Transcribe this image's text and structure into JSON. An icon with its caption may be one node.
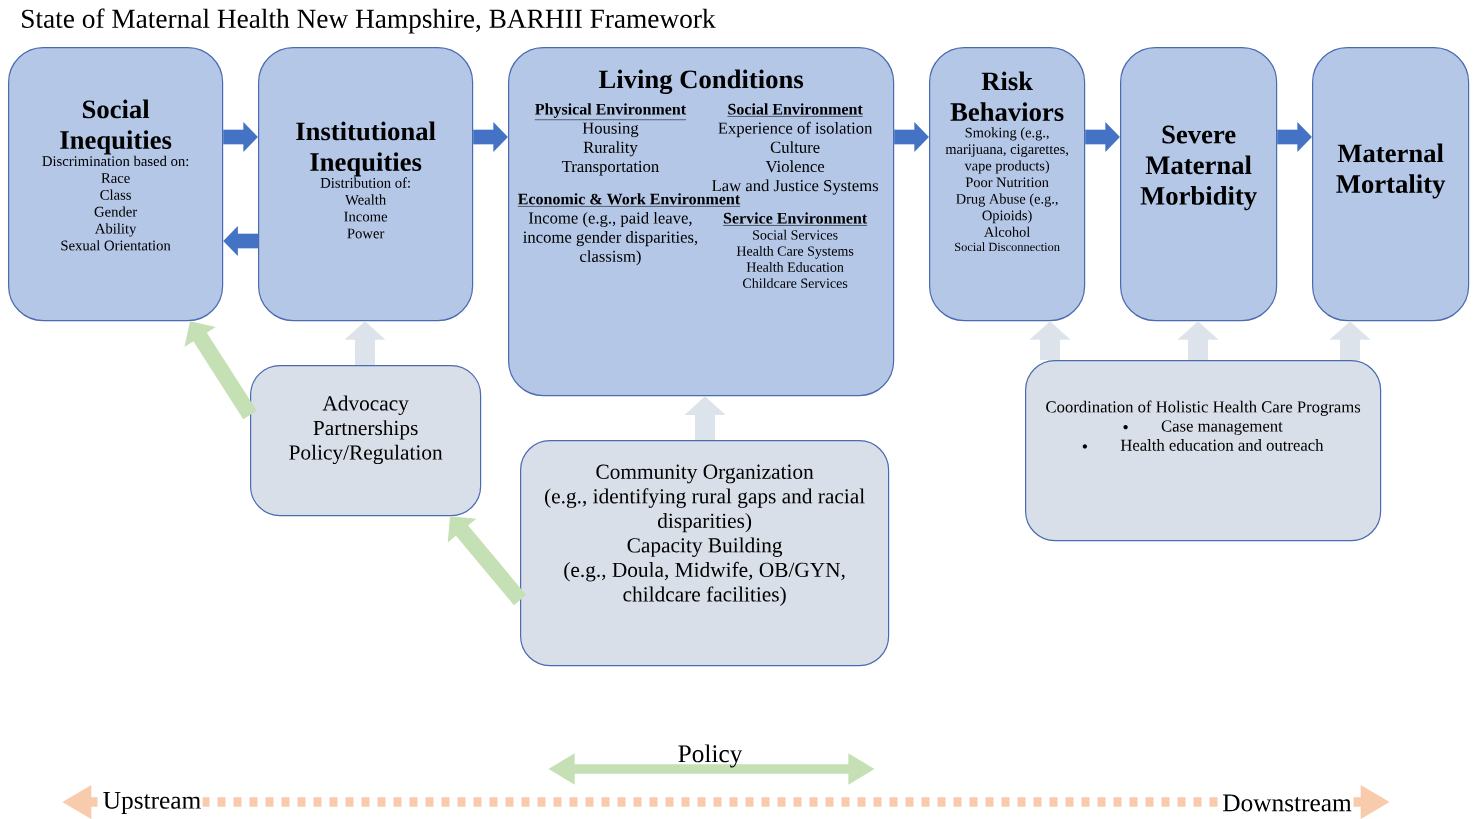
{
  "diagram": {
    "title": "State of Maternal Health New Hampshire, BARHII Framework",
    "nodes": [
      {
        "text": [
          "Social Inequities",
          "Discrimination based on:",
          "Race",
          "Class",
          "Gender",
          "Ability",
          "Sexual Orientation"
        ]
      },
      {
        "text": [
          "Institutional Inequities",
          "Distribution of:",
          "Wealth",
          "Income",
          "Power"
        ]
      },
      {
        "text": [
          "Living Conditions",
          "Physical Environment",
          "Housing",
          "Rurality",
          "Transportation",
          "Social Environment",
          "Experience of isolation",
          "Culture",
          "Violence",
          "Law and Justice Systems",
          "Economic & Work Environment",
          "Income (e.g., paid leave, income gender disparities, classism)",
          "Service Environment",
          "Social Services",
          "Health Care Systems",
          "Health Education",
          "Childcare Services"
        ]
      },
      {
        "text": [
          "Risk Behaviors",
          "Smoking (e.g., marijuana, cigarettes, vape products)",
          "Poor Nutrition",
          "Drug Abuse (e.g., Opioids)",
          "Alcohol",
          "Social Disconnection"
        ]
      },
      {
        "text": [
          "Severe Maternal Morbidity"
        ]
      },
      {
        "text": [
          "Maternal Mortality"
        ]
      },
      {
        "text": [
          "Advocacy",
          "Partnerships",
          "Policy/Regulation"
        ]
      },
      {
        "text": [
          "Community Organization",
          "(e.g., identifying rural gaps and racial disparities)",
          "Capacity Building",
          "(e.g., Doula, Midwife, OB/GYN, childcare facilities)"
        ]
      },
      {
        "text": [
          "Coordination of Holistic Health Care Programs",
          "Case management",
          "Health education and outreach"
        ]
      }
    ],
    "edges": [
      {
        "from": 0,
        "to": 1,
        "arrow": "to"
      },
      {
        "from": 1,
        "to": 0,
        "arrow": "to"
      },
      {
        "from": 1,
        "to": 2,
        "arrow": "to"
      },
      {
        "from": 2,
        "to": 3,
        "arrow": "to"
      },
      {
        "from": 3,
        "to": 4,
        "arrow": "to"
      },
      {
        "from": 4,
        "to": 5,
        "arrow": "to"
      },
      {
        "from": 6,
        "to": 0,
        "arrow": "to",
        "color": "#c5e0b4"
      },
      {
        "from": 6,
        "to": 1,
        "arrow": "to",
        "color": "#dde3ea"
      },
      {
        "from": 7,
        "to": 6,
        "arrow": "to",
        "color": "#c5e0b4"
      },
      {
        "from": 7,
        "to": 2,
        "arrow": "to",
        "color": "#dde3ea"
      },
      {
        "from": 8,
        "to": 3,
        "arrow": "to",
        "color": "#dde3ea"
      },
      {
        "from": 8,
        "to": 4,
        "arrow": "to",
        "color": "#dde3ea"
      },
      {
        "from": 8,
        "to": 5,
        "arrow": "to",
        "color": "#dde3ea"
      }
    ],
    "labels": [
      "Policy",
      "Upstream",
      "Downstream"
    ]
  }
}
